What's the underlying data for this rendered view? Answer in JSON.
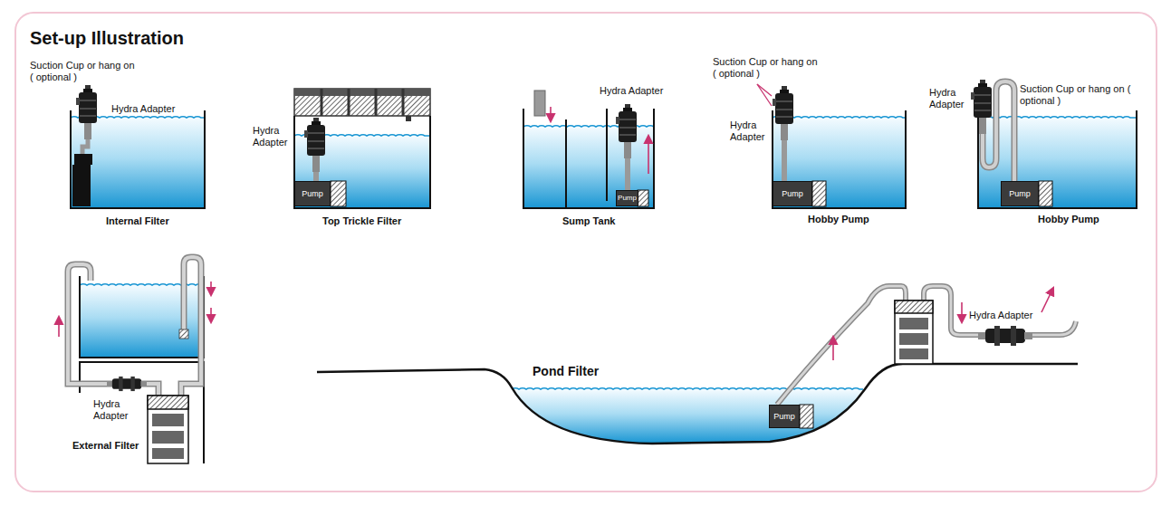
{
  "diagram": {
    "title": "Set-up Illustration",
    "nodes": [
      {
        "text": [
          "Pump"
        ]
      },
      {
        "text": [
          "Pump"
        ]
      },
      {
        "text": [
          "Pump"
        ]
      },
      {
        "text": [
          "Pump"
        ]
      },
      {
        "text": [
          "Pump"
        ]
      }
    ],
    "labels": [
      "Suction Cup or hang on ( optional )",
      "Hydra Adapter",
      "Internal Filter",
      "Hydra Adapter",
      "Top Trickle Filter",
      "Hydra Adapter",
      "Sump Tank",
      "Suction Cup or hang on ( optional )",
      "Hydra Adapter",
      "Hobby Pump",
      "Hydra Adapter",
      "Suction Cup or hang on ( optional )",
      "Hobby Pump",
      "Hydra Adapter",
      "External Filter",
      "Pond Filter",
      "Hydra Adapter"
    ]
  }
}
